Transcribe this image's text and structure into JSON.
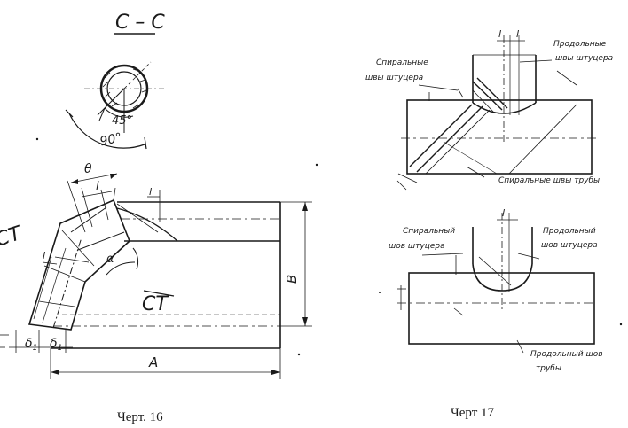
{
  "fig16": {
    "section_label": "С – С",
    "angle_45": "45°",
    "angle_90": "90°",
    "dim_theta": "θ",
    "dim_l": "l",
    "dim_l_left": "l",
    "dim_alpha": "α",
    "dim_B": "B",
    "dim_A": "A",
    "dim_delta1": "δ",
    "dim_delta1_sub": "1",
    "dim_delta2": "δ",
    "dim_delta2_sub": "1",
    "section_ref_left": "СТ",
    "section_ref_right": "СТ",
    "caption": "Черт. 16"
  },
  "fig17": {
    "top": {
      "label_spiral_fitting": [
        "Спиральные",
        "швы штуцера"
      ],
      "label_long_fitting": [
        "Продольные",
        "швы штуцера"
      ],
      "label_spiral_pipe": "Спиральные швы трубы",
      "dim_l_a": "l",
      "dim_l_b": "l"
    },
    "bottom": {
      "label_spiral_fitting": [
        "Спиральный",
        "шов штуцера"
      ],
      "label_long_fitting": [
        "Продольный",
        "шов штуцера"
      ],
      "label_long_pipe": [
        "Продольный шов",
        "трубы"
      ],
      "dim_l": "l"
    },
    "caption": "Черт  17"
  }
}
